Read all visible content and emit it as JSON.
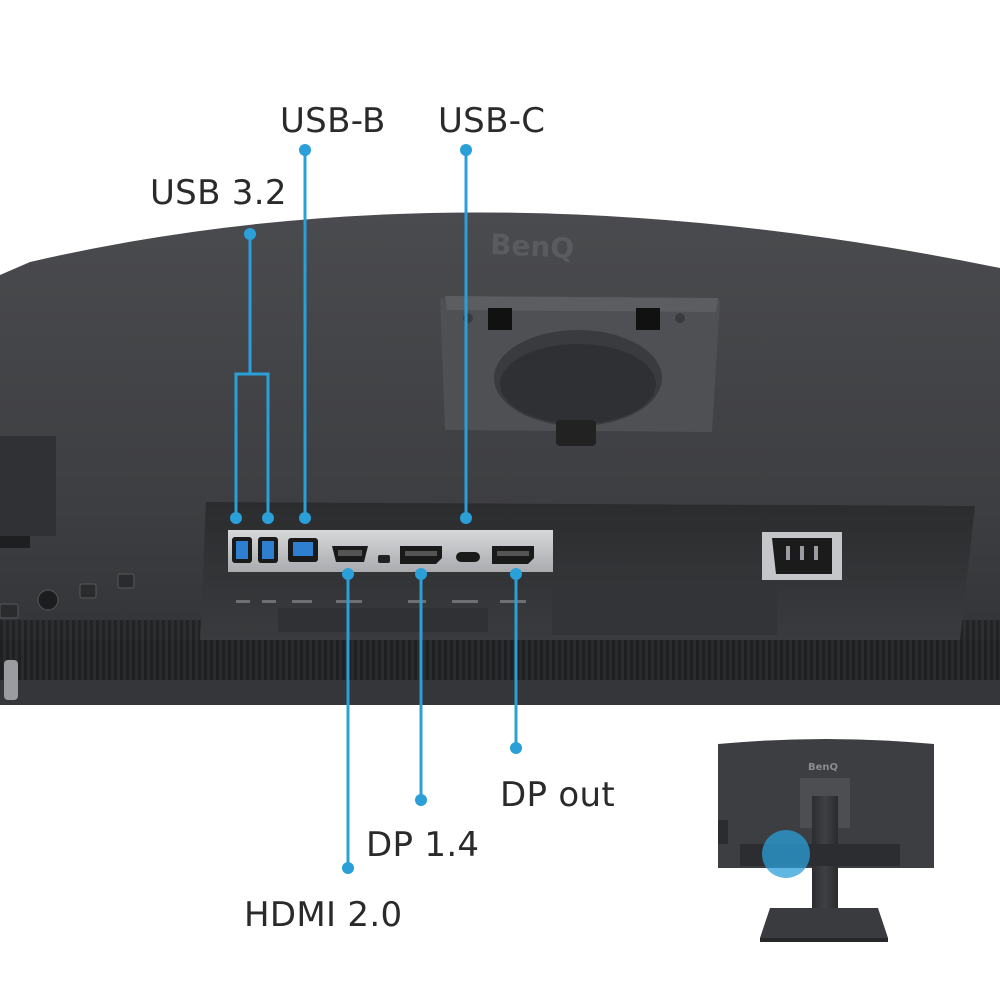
{
  "brand": "BenQ",
  "accent_color": "#2a9fd8",
  "labels": {
    "usb32": "USB 3.2",
    "usbb": "USB-B",
    "usbc": "USB-C",
    "hdmi": "HDMI 2.0",
    "dp14": "DP 1.4",
    "dpout": "DP out"
  },
  "inset": {
    "brand": "BenQ"
  }
}
